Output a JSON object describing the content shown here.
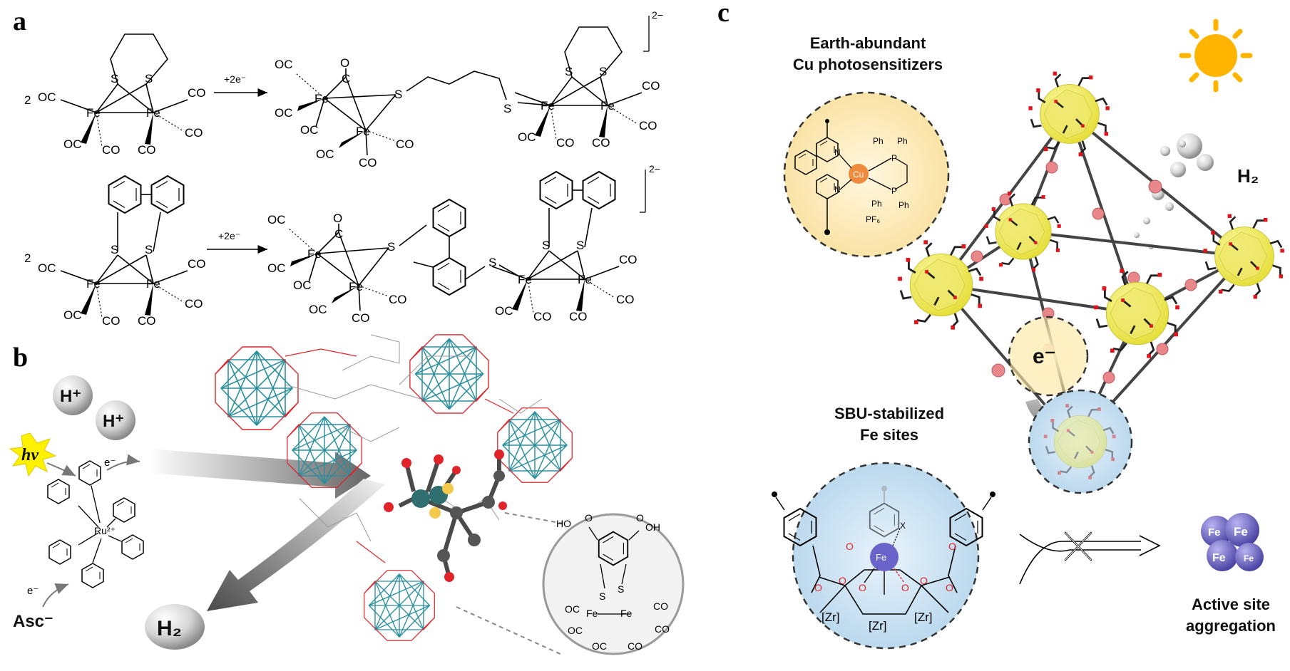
{
  "panels": {
    "a": "a",
    "b": "b",
    "c": "c"
  },
  "panel_a": {
    "coeff_top": "2",
    "coeff_bottom": "2",
    "arrow_top": "+2e⁻",
    "arrow_bottom": "+2e⁻",
    "charge_top": "2−",
    "charge_bottom": "2−",
    "atoms": {
      "fe": "Fe",
      "s": "S",
      "co": "CO",
      "oc": "OC",
      "c": "C",
      "o": "O"
    }
  },
  "panel_b": {
    "hplus": "H⁺",
    "hv": "hv",
    "e_minus": "e⁻",
    "ru": "Ru²⁺",
    "asc": "Asc⁻",
    "h2": "H₂",
    "inset": {
      "ho": "HO",
      "oh": "OH",
      "o": "O",
      "s": "S",
      "fe": "Fe",
      "co": "CO",
      "oc": "OC"
    }
  },
  "panel_c": {
    "cu_title_1": "Earth-abundant",
    "cu_title_2": "Cu photosensitizers",
    "cu": "Cu",
    "ph": "Ph",
    "p": "P",
    "n": "N",
    "pf6": "PF₆",
    "h2": "H₂",
    "e_minus": "e⁻",
    "fe_title_1": "SBU-stabilized",
    "fe_title_2": "Fe sites",
    "zr": "[Zr]",
    "fe": "Fe",
    "x": "X",
    "o": "O",
    "agg_1": "Active site",
    "agg_2": "aggregation"
  },
  "colors": {
    "framework_red": "#e0242a",
    "framework_teal": "#2a8f9e",
    "sbu_yellow": "#f4ef5a",
    "linker_pink": "#e8868a",
    "cu_orange": "#f08a3c",
    "fe_purple": "#6a63c9",
    "sun": "#ffb400"
  }
}
